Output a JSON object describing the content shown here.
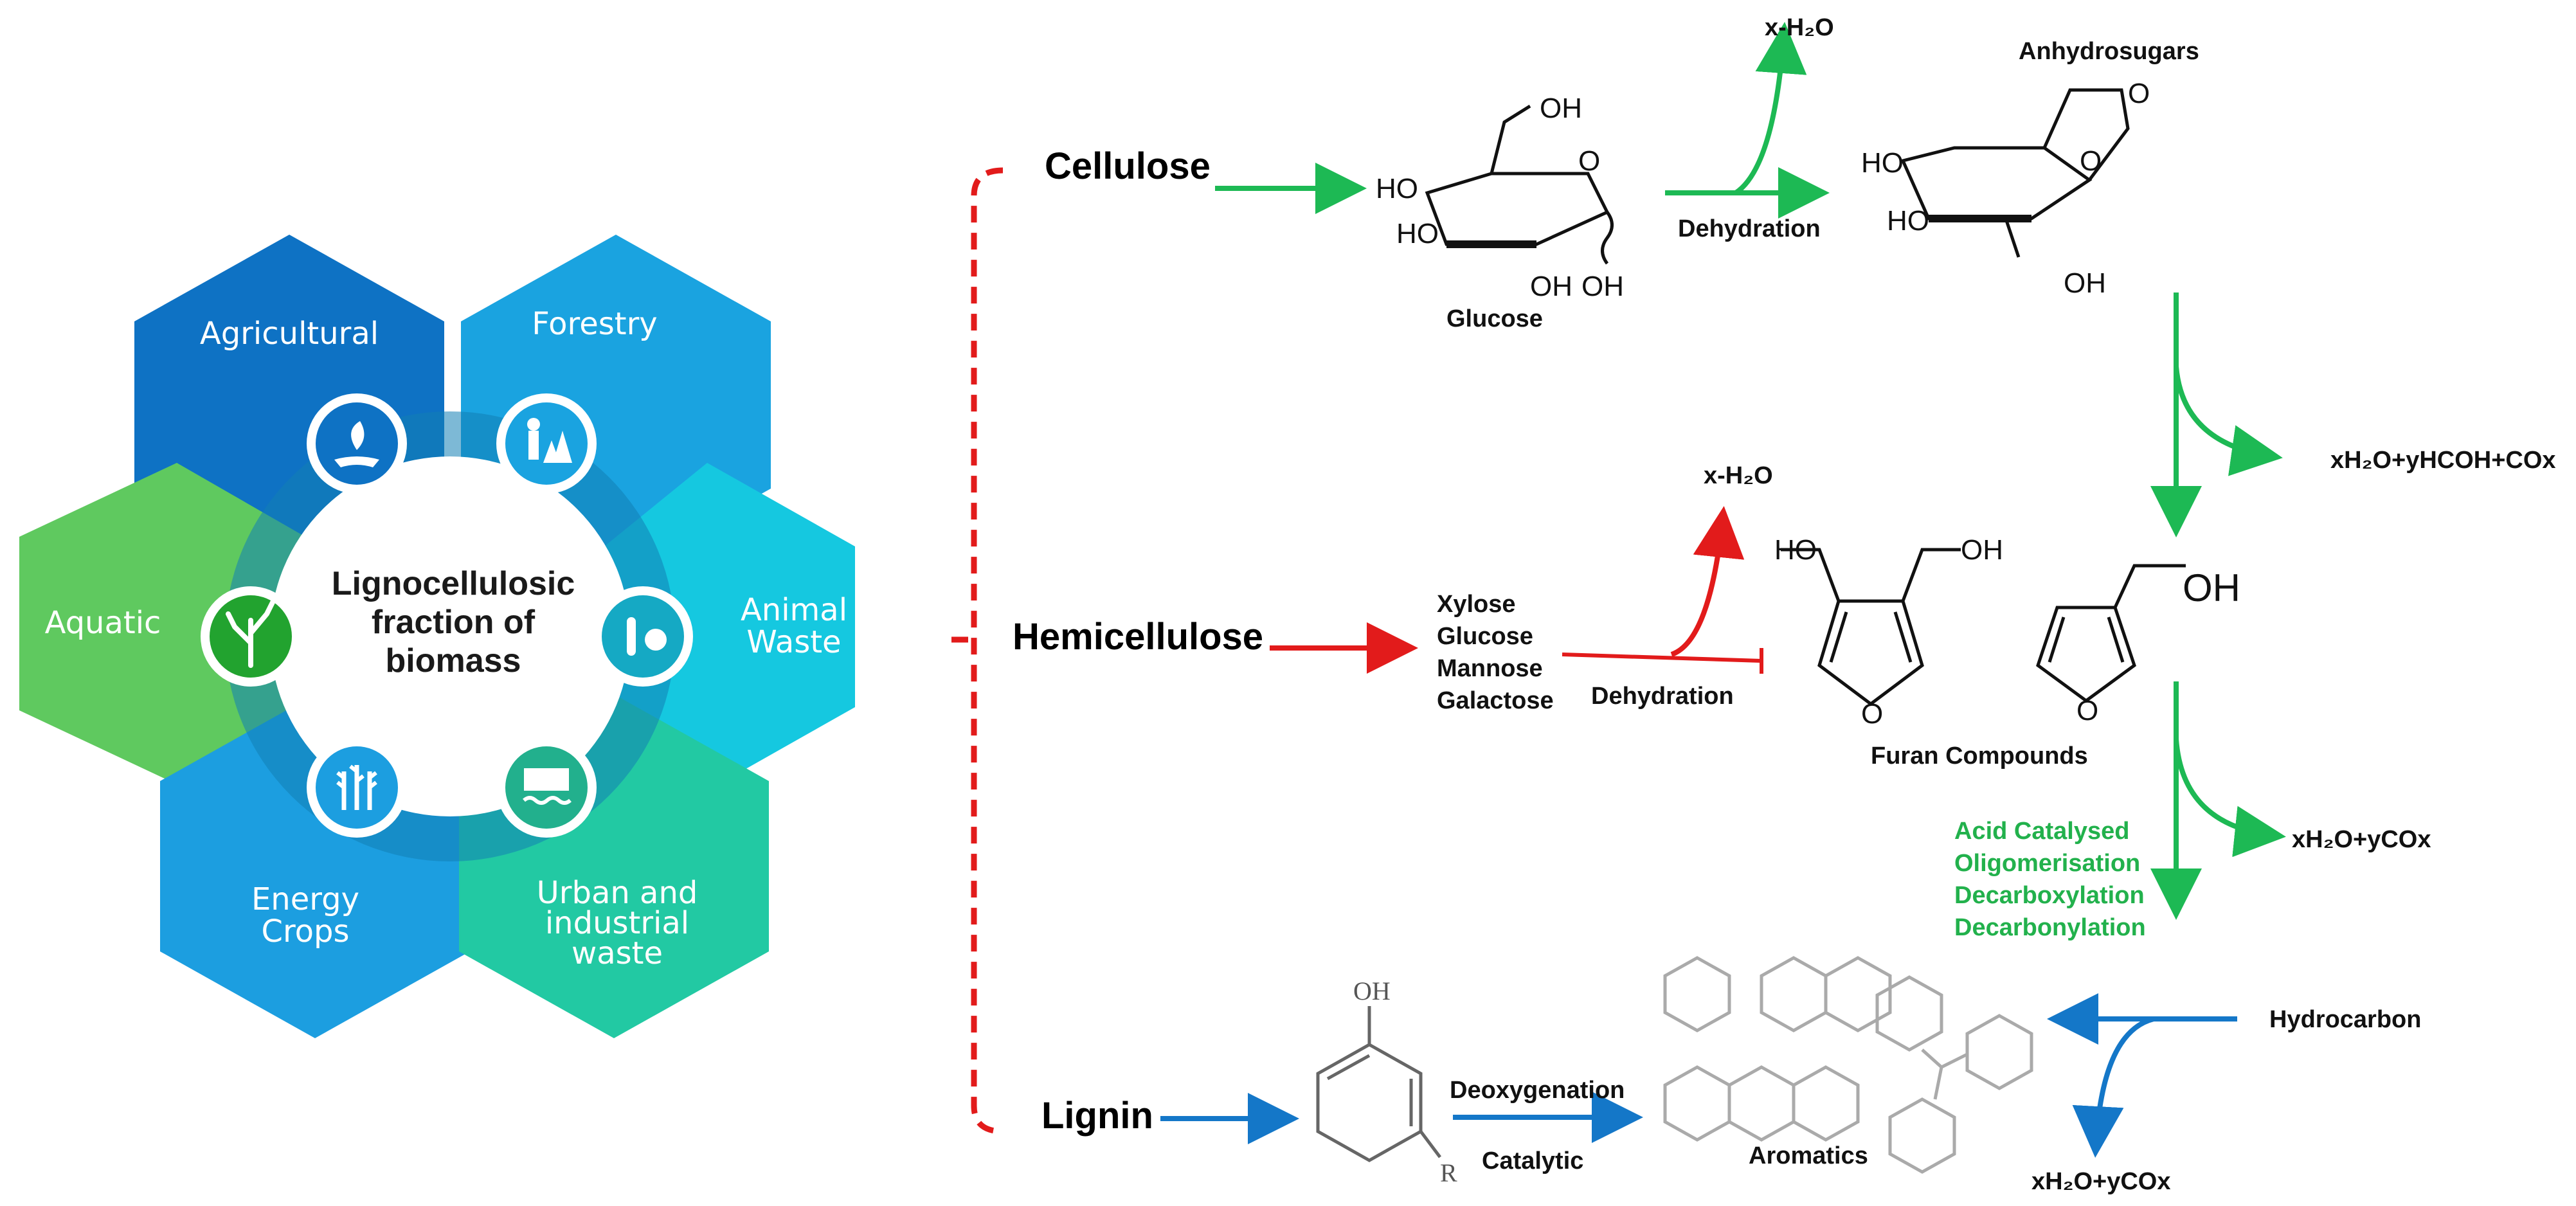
{
  "hexagons": {
    "center_line1": "Lignocellulosic",
    "center_line2": "fraction of",
    "center_line3": "biomass",
    "agricultural": "Agricultural",
    "forestry": "Forestry",
    "aquatic": "Aquatic",
    "animal_line1": "Animal",
    "animal_line2": "Waste",
    "energy_line1": "Energy",
    "energy_line2": "Crops",
    "urban_line1": "Urban and",
    "urban_line2": "industrial",
    "urban_line3": "waste",
    "icons": [
      "hand-plant-icon",
      "forest-worker-icon",
      "seaweed-icon",
      "animal-bone-icon",
      "wheat-icon",
      "factory-water-icon"
    ]
  },
  "sources": {
    "cellulose": "Cellulose",
    "hemicellulose": "Hemicellulose",
    "lignin": "Lignin"
  },
  "cellulose_path": {
    "glucose": "Glucose",
    "dehydration": "Dehydration",
    "water_loss": "x-H₂O",
    "anhydrosugars": "Anhydrosugars",
    "byproducts": "xH₂O+yHCOH+COx"
  },
  "hemicellulose_path": {
    "sugars": [
      "Xylose",
      "Glucose",
      "Mannose",
      "Galactose"
    ],
    "dehydration": "Dehydration",
    "water_loss": "x-H₂O",
    "furan": "Furan Compounds"
  },
  "upgrading": {
    "steps": [
      "Acid Catalysed",
      "Oligomerisation",
      "Decarboxylation",
      "Decarbonylation"
    ],
    "byproducts": "xH₂O+yCOx"
  },
  "lignin_path": {
    "deoxygenation": "Deoxygenation",
    "catalytic": "Catalytic",
    "aromatics": "Aromatics",
    "hydrocarbon": "Hydrocarbon",
    "byproducts": "xH₂O+yCOx",
    "oh": "OH",
    "r": "R"
  },
  "chem_labels": {
    "oh": "OH",
    "ho": "HO",
    "o": "O"
  },
  "colors": {
    "agricultural": "#0e72c4",
    "forestry": "#1aa3e0",
    "aquatic": "#5fc95f",
    "animal": "#15c8e0",
    "energy": "#1c9ee0",
    "urban": "#22c9a3",
    "cellulose_arrow": "#1db954",
    "hemicellulose_arrow": "#e21b1b",
    "lignin_arrow": "#1477c8",
    "bracket": "#e21b1b"
  }
}
